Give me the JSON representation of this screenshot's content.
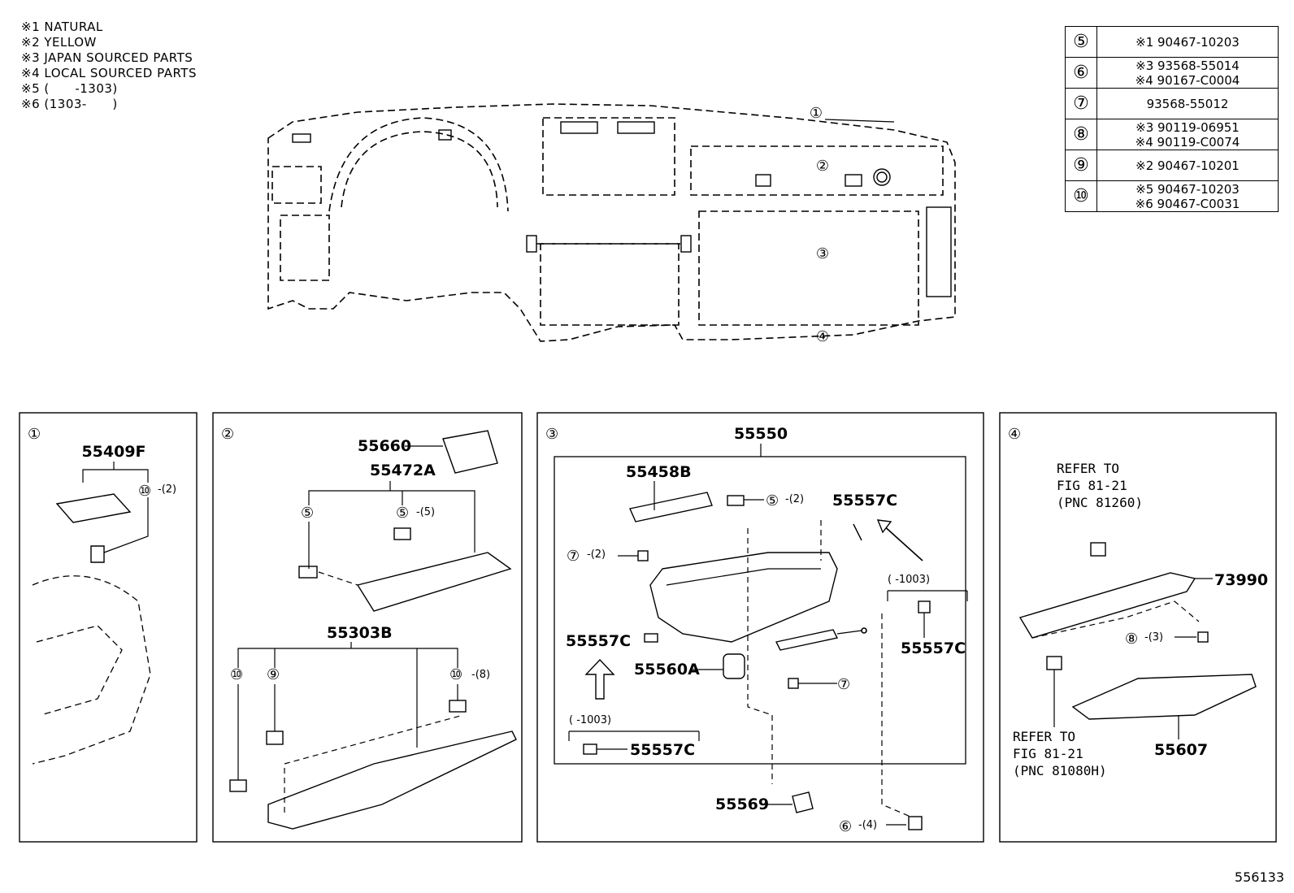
{
  "notes": [
    "※1 NATURAL",
    "※2 YELLOW",
    "※3 JAPAN SOURCED PARTS",
    "※4 LOCAL SOURCED PARTS",
    "※5 (      -1303)",
    "※6 (1303-      )"
  ],
  "codes": [
    {
      "ref": "⑤",
      "lines": [
        "※1 90467-10203"
      ]
    },
    {
      "ref": "⑥",
      "lines": [
        "※3 93568-55014",
        "※4 90167-C0004"
      ]
    },
    {
      "ref": "⑦",
      "lines": [
        "93568-55012"
      ]
    },
    {
      "ref": "⑧",
      "lines": [
        "※3 90119-06951",
        "※4 90119-C0074"
      ]
    },
    {
      "ref": "⑨",
      "lines": [
        "※2 90467-10201"
      ]
    },
    {
      "ref": "⑩",
      "lines": [
        "※5 90467-10203",
        "※6 90467-C0031"
      ]
    }
  ],
  "main": {
    "callouts": [
      "①",
      "②",
      "③",
      "④"
    ]
  },
  "panel1": {
    "id": "①",
    "part": "55409F",
    "ref": "⑩",
    "qty": "-(2)"
  },
  "panel2": {
    "id": "②",
    "vent": "55660",
    "panel": "55472A",
    "lower": "55303B",
    "ref5": "⑤",
    "ref5q": "⑤",
    "qty5": "-(5)",
    "ref10a": "⑩",
    "ref9": "⑨",
    "ref10b": "⑩",
    "qty10": "-(8)"
  },
  "panel3": {
    "id": "③",
    "assy": "55550",
    "top": "55458B",
    "ref5": "⑤",
    "qty5": "-(2)",
    "p557c_a": "55557C",
    "ref7a": "⑦",
    "qty7": "-(2)",
    "p557c_b": "55557C",
    "damper": "55560A",
    "ref7b": "⑦",
    "period_a": "(       -1003)",
    "p557c_c": "55557C",
    "period_b": "(       -1003)",
    "p557c_d": "55557C",
    "stopper": "55569",
    "ref6": "⑥",
    "qty6": "-(4)"
  },
  "panel4": {
    "id": "④",
    "refer_a": [
      "REFER TO",
      "FIG 81-21",
      "(PNC 81260)"
    ],
    "door": "73990",
    "ref8": "⑧",
    "qty8": "-(3)",
    "refer_b": [
      "REFER TO",
      "FIG 81-21",
      "(PNC 81080H)"
    ],
    "box": "55607"
  },
  "figure_id": "556133"
}
